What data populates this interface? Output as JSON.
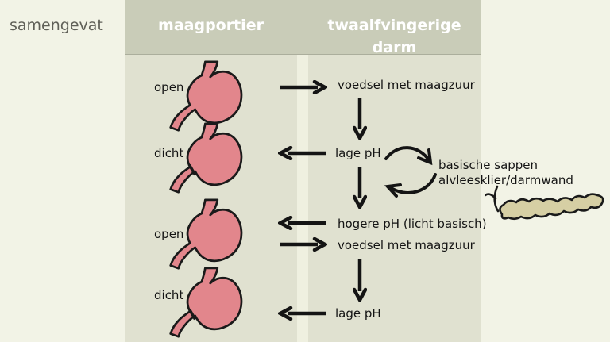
{
  "sidebar": {
    "label": "samengevat"
  },
  "header": {
    "col1_label": "maagportier",
    "col2_label": "twaalfvingerige darm"
  },
  "stomach_rows": [
    {
      "label": "open",
      "state": "open"
    },
    {
      "label": "dicht",
      "state": "closed"
    },
    {
      "label": "open",
      "state": "open"
    },
    {
      "label": "dicht",
      "state": "closed"
    }
  ],
  "flow": {
    "step1": "voedsel met maagzuur",
    "step2": "lage pH",
    "feedback_line1": "basische sappen",
    "feedback_line2": "alvleesklier/darmwand",
    "step3": "hogere pH (licht basisch)",
    "step4": "voedsel met maagzuur",
    "step5": "lage pH"
  },
  "icons": {
    "stomach_open": "stomach-open-icon",
    "stomach_closed": "stomach-closed-icon",
    "pancreas": "pancreas-icon",
    "arrow_right": "arrow-right-icon",
    "arrow_left": "arrow-left-icon",
    "arrow_down": "arrow-down-icon",
    "curved_arrow_to_pancreas": "curved-arrow-right-down-icon",
    "curved_arrow_from_pancreas": "curved-arrow-left-up-icon"
  },
  "colors": {
    "background_cream": "#f2f3e6",
    "header_band": "#c9ccb8",
    "column_background": "#e0e1d0",
    "column_gap": "#eff0e0",
    "stomach_fill": "#e2868c",
    "pancreas_fill": "#d6cfa4",
    "outline_black": "#1a1a1a",
    "text_black": "#141414",
    "sidebar_text_gray": "#5f5f57",
    "header_text_white": "#ffffff"
  }
}
